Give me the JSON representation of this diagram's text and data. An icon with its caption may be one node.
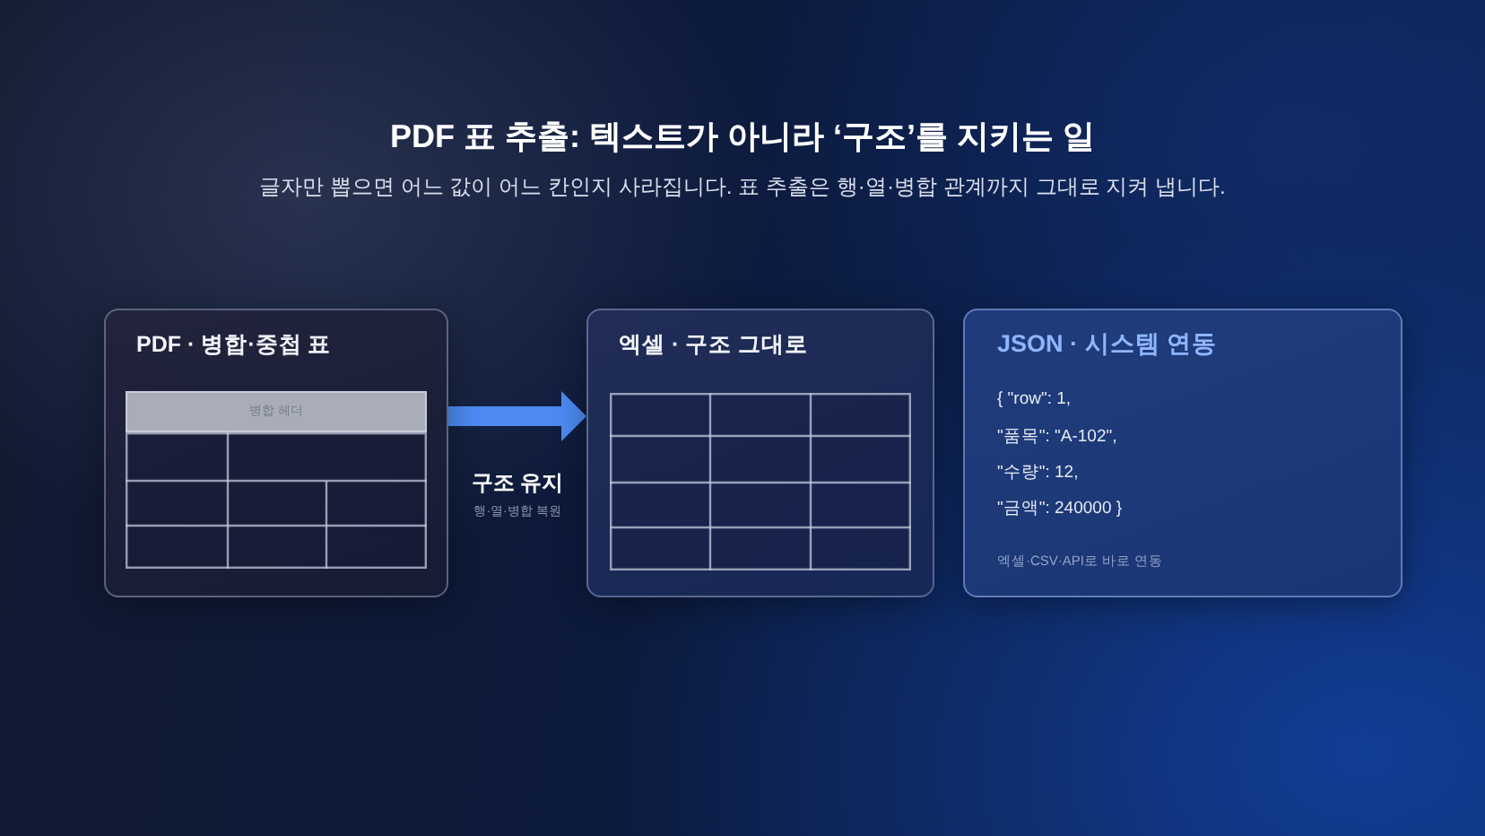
{
  "diagram": {
    "title": "PDF 표 추출: 텍스트가 아니라 ‘구조’를 지키는 일",
    "nodes": [
      {
        "text": [
          "PDF · 병합·중첩 표"
        ]
      },
      {
        "text": [
          "병합 헤더"
        ],
        "in": 0
      },
      {
        "text": [
          "엑셀 · 구조 그대로"
        ]
      },
      {
        "text": [
          "JSON · 시스템 연동",
          "{ \"row\": 1,",
          "\"품목\": \"A-102\",",
          "\"수량\": 12,",
          "\"금액\": 240000 }",
          "엑셀·CSV·API로 바로 연동"
        ]
      }
    ],
    "edges": [
      {
        "from": 0,
        "to": 2,
        "arrow": "to",
        "label": "구조 유지"
      }
    ],
    "labels": [
      "글자만 뽑으면 어느 값이 어느 칸인지 사라집니다. 표 추출은 행·열·병합 관계까지 그대로 지켜 냅니다.",
      "행·열·병합 복원"
    ]
  }
}
